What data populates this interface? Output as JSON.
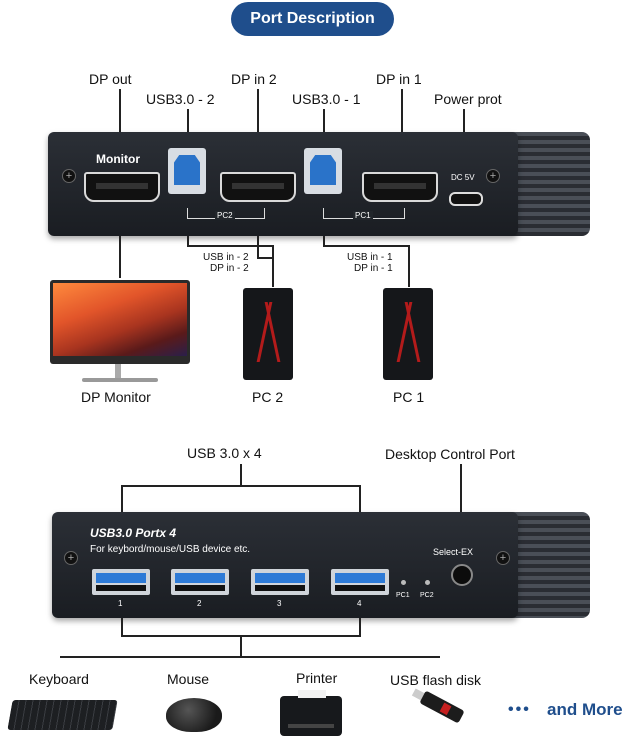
{
  "title": "Port Description",
  "top_labels": {
    "dp_out": "DP out",
    "dp_in_2": "DP in 2",
    "dp_in_1": "DP in 1",
    "usb30_2": "USB3.0 - 2",
    "usb30_1": "USB3.0 - 1",
    "power": "Power prot"
  },
  "top_device": {
    "monitor_text": "Monitor",
    "pc2_tag": "PC2",
    "pc1_tag": "PC1",
    "dc": "DC 5V"
  },
  "connections": {
    "usb_in_2": "USB in - 2",
    "dp_in_2": "DP in - 2",
    "usb_in_1": "USB in - 1",
    "dp_in_1": "DP in - 1"
  },
  "endpoints": {
    "monitor": "DP Monitor",
    "pc2": "PC 2",
    "pc1": "PC 1"
  },
  "bottom_labels": {
    "usb_group": "USB 3.0 x 4",
    "desktop_port": "Desktop Control Port"
  },
  "bottom_device": {
    "title": "USB3.0  Portx 4",
    "subtitle": "For keybord/mouse/USB device etc.",
    "select": "Select-EX",
    "port_numbers": [
      "1",
      "2",
      "3",
      "4"
    ],
    "led_labels": [
      "PC1",
      "PC2"
    ]
  },
  "peripherals": {
    "keyboard": "Keyboard",
    "mouse": "Mouse",
    "printer": "Printer",
    "usb_flash": "USB flash disk",
    "more": "and More",
    "dots": "•••"
  },
  "colors": {
    "title_bg": "#1f4e8c",
    "usb_blue": "#2d7ad6",
    "more_blue": "#1f4e8c"
  }
}
